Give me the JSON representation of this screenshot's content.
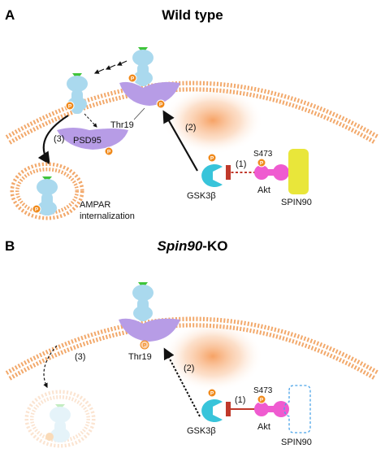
{
  "panels": [
    {
      "letter": "A",
      "title": "Wild type",
      "labels": {
        "thr19": "Thr19",
        "psd95": "PSD95",
        "gsk3b": "GSK3β",
        "akt": "Akt",
        "s473": "S473",
        "spin90": "SPIN90",
        "step1": "(1)",
        "step2": "(2)",
        "step3": "(3)",
        "ampar_line1": "AMPAR",
        "ampar_line2": "internalization"
      }
    },
    {
      "letter": "B",
      "title_italic": "Spin90",
      "title_suffix": "-KO",
      "labels": {
        "thr19": "Thr19",
        "gsk3b": "GSK3β",
        "akt": "Akt",
        "s473": "S473",
        "spin90": "SPIN90",
        "step1": "(1)",
        "step2": "(2)",
        "step3": "(3)"
      }
    }
  ],
  "phospho_symbol": "P",
  "colors": {
    "membrane": "#f2a86a",
    "receptor": "#aad9ee",
    "receptor_top": "#3fc43a",
    "psd95": "#b79ce6",
    "gsk3b": "#38c4da",
    "akt": "#ef5bd0",
    "spin90": "#e9e63a",
    "spin90_ko": "#4aa3e8",
    "phospho": "#f08a1c",
    "glow": "#f6a15a",
    "inhibit": "#c0392b"
  }
}
